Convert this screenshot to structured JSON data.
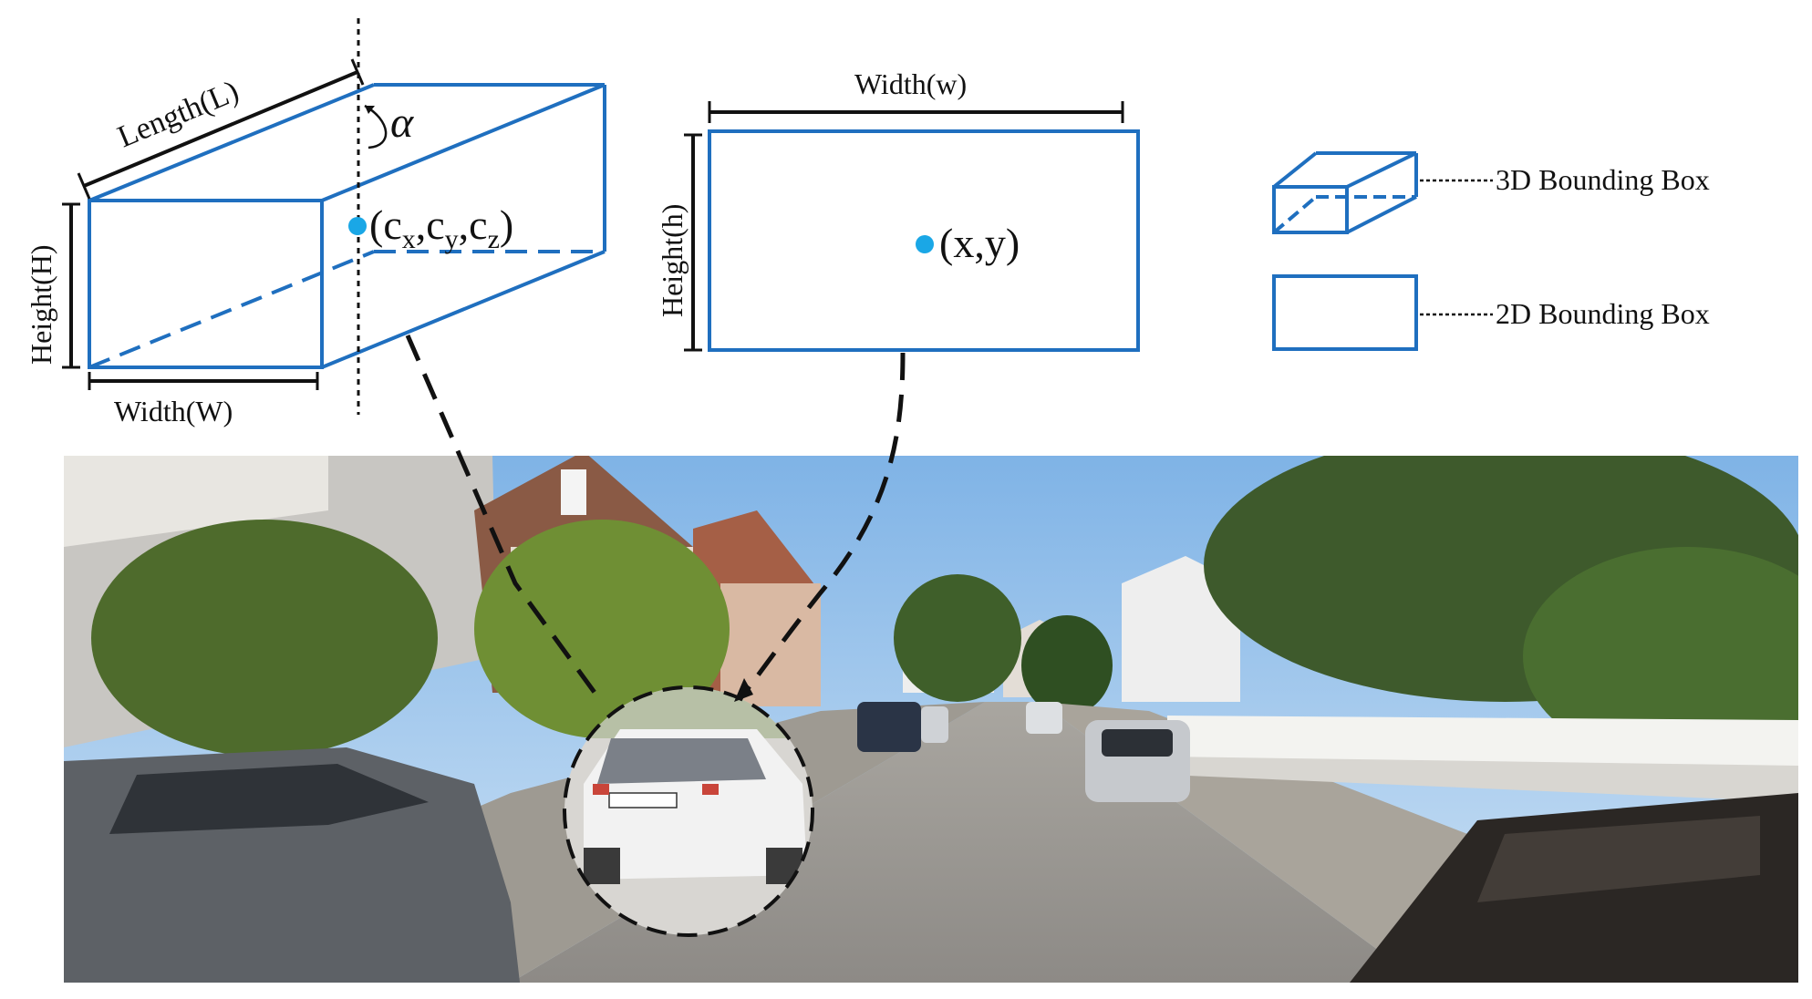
{
  "box3d": {
    "length_label": "Length(L)",
    "height_label": "Height(H)",
    "width_label": "Width(W)",
    "angle_symbol": "α",
    "center": {
      "open": "(c",
      "x_sub": "x",
      "sep1": ",c",
      "y_sub": "y",
      "sep2": ",c",
      "z_sub": "z",
      "close": ")"
    }
  },
  "box2d": {
    "width_label": "Width(w)",
    "height_label": "Height(h)",
    "center_label": "(x,y)"
  },
  "legend": {
    "items": [
      {
        "label": "3D Bounding Box",
        "icon": "3d-box-icon"
      },
      {
        "label": "2D Bounding Box",
        "icon": "2d-box-icon"
      }
    ]
  },
  "colors": {
    "box_stroke": "#1f6fbf",
    "center_dot": "#1aa7e6",
    "dimension_lines": "#111111"
  }
}
